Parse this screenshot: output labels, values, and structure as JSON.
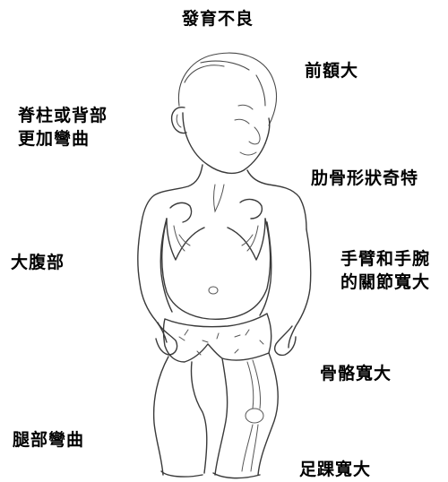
{
  "labels": {
    "title": "發育不良",
    "forehead": "前額大",
    "spine": [
      "脊柱或背部",
      "更加彎曲"
    ],
    "ribs": "肋骨形狀奇特",
    "abdomen": "大腹部",
    "wrist": [
      "手臂和手腕",
      "的關節寬大"
    ],
    "bones": "骨骼寬大",
    "legs": "腿部彎曲",
    "ankles": "足踝寬大"
  },
  "colors": {
    "text": "#000000",
    "line_art": "#3a3a3a",
    "background": "#ffffff"
  }
}
